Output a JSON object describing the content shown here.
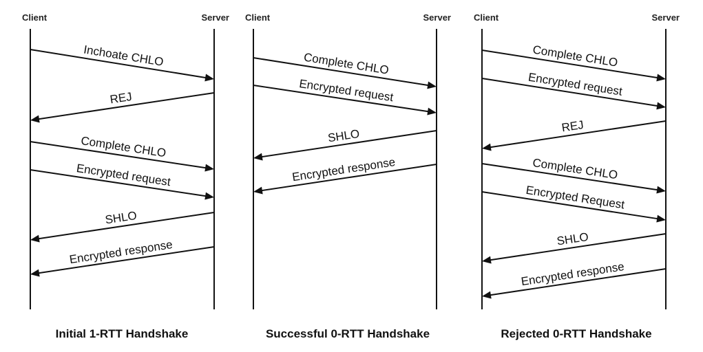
{
  "colors": {
    "ink": "#111111",
    "background": "#ffffff"
  },
  "panels": [
    {
      "client_label": "Client",
      "server_label": "Server",
      "caption": "Initial 1-RTT Handshake",
      "messages": [
        {
          "text": "Inchoate CHLO",
          "direction": "client-to-server"
        },
        {
          "text": "REJ",
          "direction": "server-to-client"
        },
        {
          "text": "Complete CHLO",
          "direction": "client-to-server"
        },
        {
          "text": "Encrypted request",
          "direction": "client-to-server"
        },
        {
          "text": "SHLO",
          "direction": "server-to-client"
        },
        {
          "text": "Encrypted response",
          "direction": "server-to-client"
        }
      ]
    },
    {
      "client_label": "Client",
      "server_label": "Server",
      "caption": "Successful 0-RTT Handshake",
      "messages": [
        {
          "text": "Complete CHLO",
          "direction": "client-to-server"
        },
        {
          "text": "Encrypted request",
          "direction": "client-to-server"
        },
        {
          "text": "SHLO",
          "direction": "server-to-client"
        },
        {
          "text": "Encrypted response",
          "direction": "server-to-client"
        }
      ]
    },
    {
      "client_label": "Client",
      "server_label": "Server",
      "caption": "Rejected 0-RTT Handshake",
      "messages": [
        {
          "text": "Complete CHLO",
          "direction": "client-to-server"
        },
        {
          "text": "Encrypted request",
          "direction": "client-to-server"
        },
        {
          "text": "REJ",
          "direction": "server-to-client"
        },
        {
          "text": "Complete CHLO",
          "direction": "client-to-server"
        },
        {
          "text": "Encrypted Request",
          "direction": "client-to-server"
        },
        {
          "text": "SHLO",
          "direction": "server-to-client"
        },
        {
          "text": "Encrypted response",
          "direction": "server-to-client"
        }
      ]
    }
  ]
}
